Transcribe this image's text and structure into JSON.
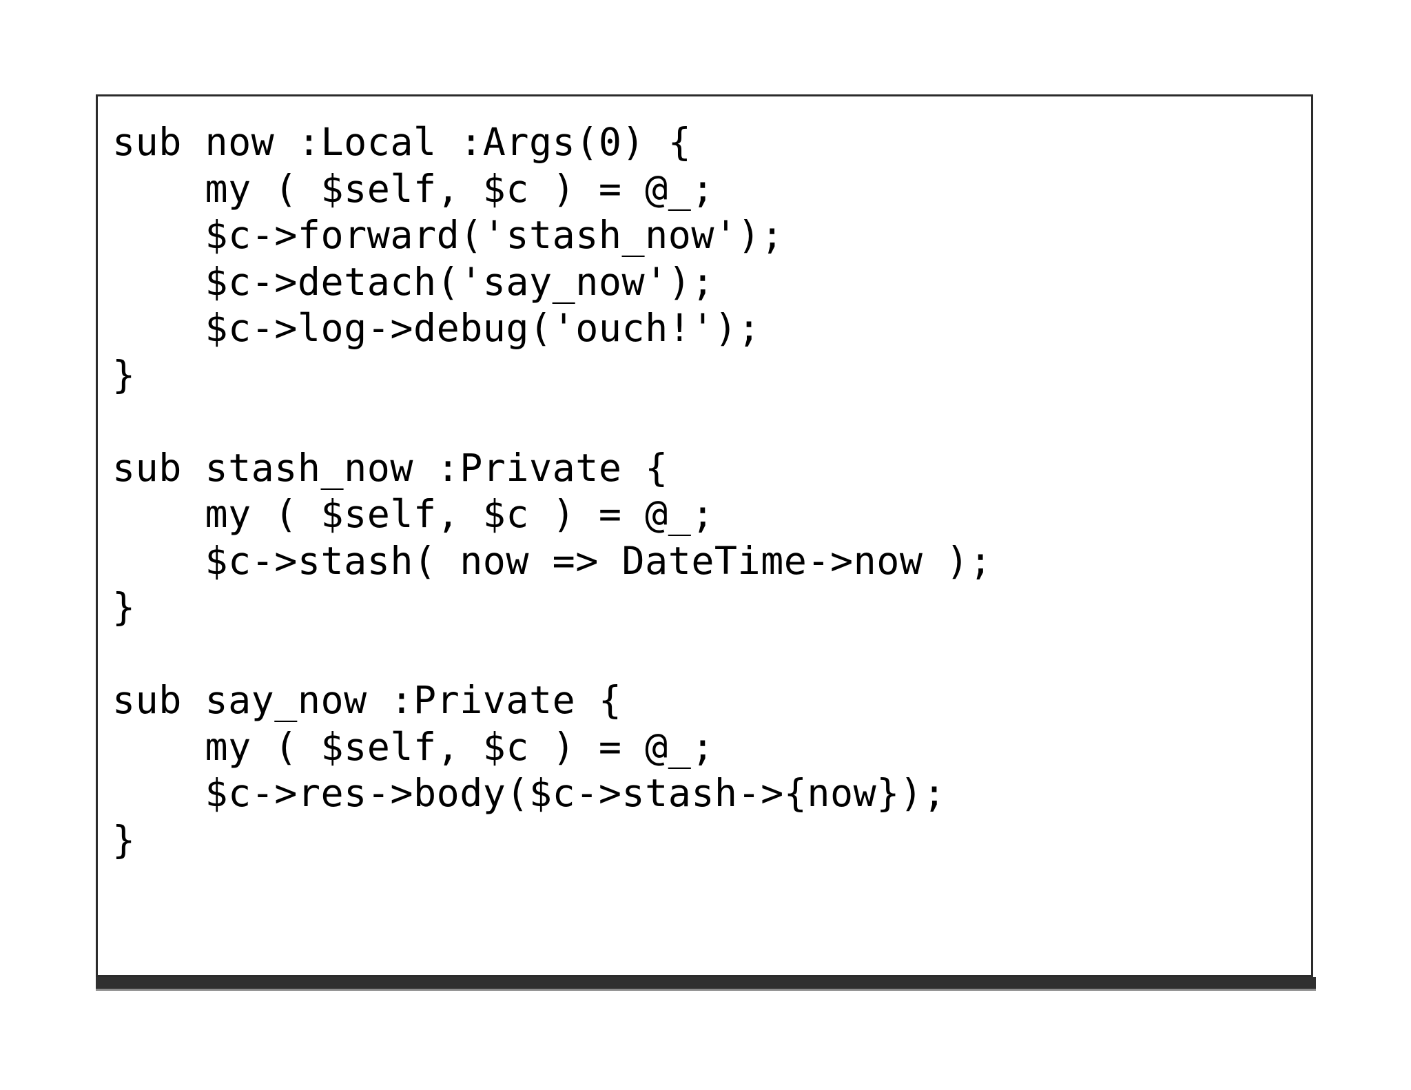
{
  "slide": {
    "background_color": "#ffffff",
    "border_color": "#2b2b2b",
    "base_bar_color": "#303030",
    "language": "perl",
    "code_lines": [
      "sub now :Local :Args(0) {",
      "    my ( $self, $c ) = @_;",
      "    $c->forward('stash_now');",
      "    $c->detach('say_now');",
      "    $c->log->debug('ouch!');",
      "}",
      "",
      "sub stash_now :Private {",
      "    my ( $self, $c ) = @_;",
      "    $c->stash( now => DateTime->now );",
      "}",
      "",
      "sub say_now :Private {",
      "    my ( $self, $c ) = @_;",
      "    $c->res->body($c->stash->{now});",
      "}"
    ]
  }
}
